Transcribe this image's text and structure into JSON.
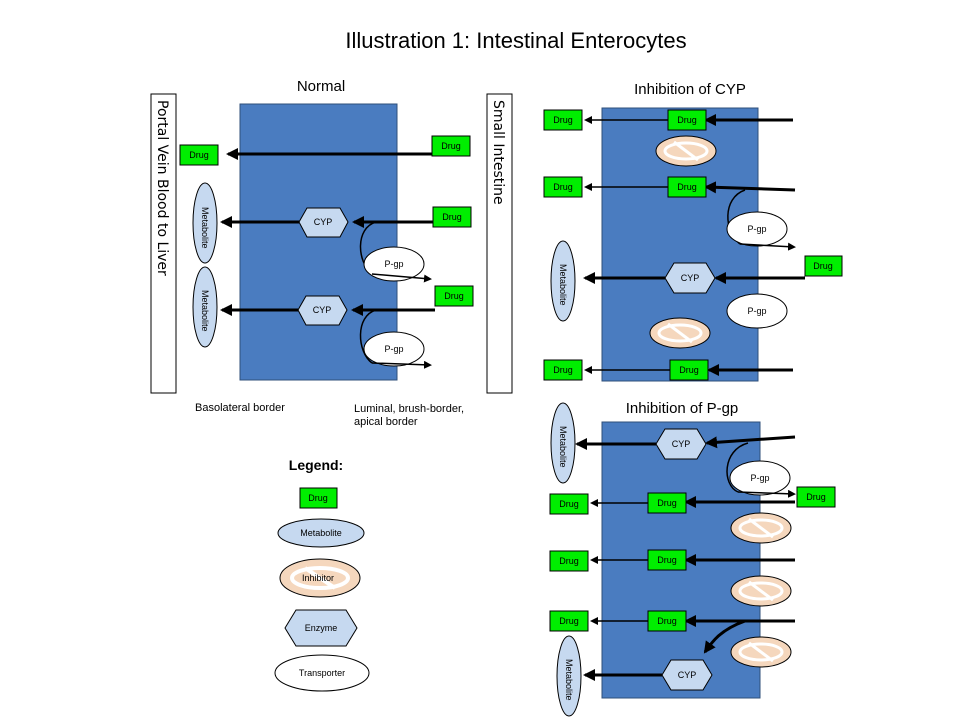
{
  "title": "Illustration 1: Intestinal Enterocytes",
  "panels": {
    "normal": "Normal",
    "inhibition_cyp": "Inhibition of CYP",
    "inhibition_pgp": "Inhibition of P-gp"
  },
  "side_labels": {
    "portal": "Portal Vein Blood to Liver",
    "intestine": "Small Intestine"
  },
  "borders": {
    "basolateral": "Basolateral border",
    "luminal_line1": "Luminal, brush-border,",
    "luminal_line2": "apical border"
  },
  "labels": {
    "drug": "Drug",
    "metabolite": "Metabolite",
    "cyp": "CYP",
    "pgp": "P-gp"
  },
  "legend": {
    "title": "Legend:",
    "drug": "Drug",
    "metabolite": "Metabolite",
    "inhibitor": "Inhibitor",
    "enzyme": "Enzyme",
    "transporter": "Transporter"
  },
  "colors": {
    "cell": "#4a7cc0",
    "drug": "#00ee00",
    "metabolite": "#c6d9f0",
    "inhibitor": "#f5d7bd"
  }
}
